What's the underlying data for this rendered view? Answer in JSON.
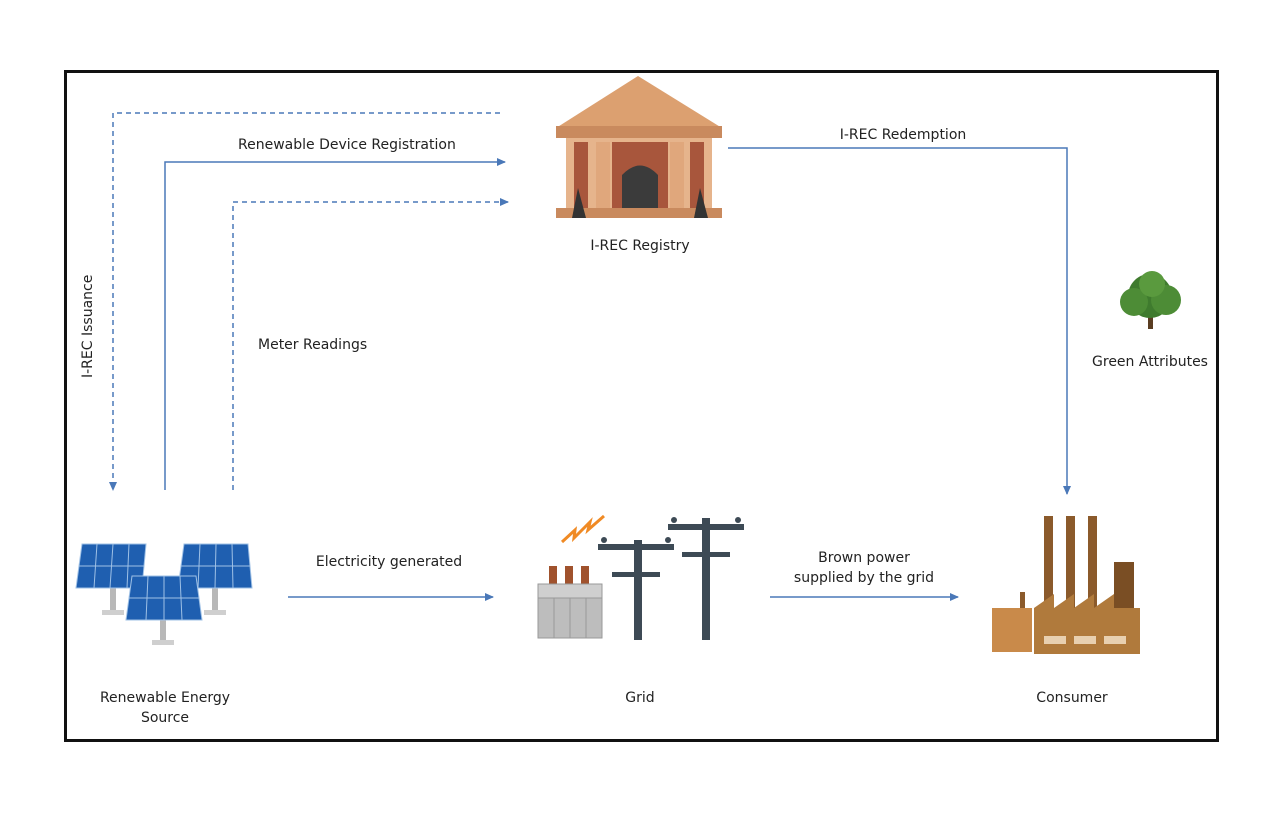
{
  "labels": {
    "issuance": "I-REC Issuance",
    "device_registration": "Renewable Device Registration",
    "meter_readings": "Meter Readings",
    "registry": "I-REC Registry",
    "redemption": "I-REC Redemption",
    "green_attributes": "Green Attributes",
    "source_line1": "Renewable Energy",
    "source_line2": "Source",
    "electricity_generated": "Electricity generated",
    "grid": "Grid",
    "brown_power_line1": "Brown power",
    "brown_power_line2": "supplied by the grid",
    "consumer": "Consumer"
  },
  "colors": {
    "arrow": "#4a78b8",
    "frame": "#111111",
    "solar": "#1f5fb0",
    "building": "#c98a5e",
    "pole": "#3d4a55",
    "factory": "#b07a3c",
    "tree": "#3f7b2e"
  }
}
